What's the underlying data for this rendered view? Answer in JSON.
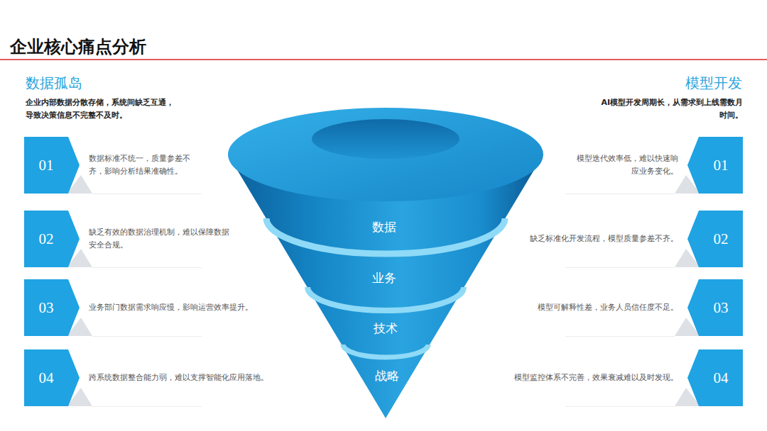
{
  "diagram": {
    "title": "企业核心痛点分析",
    "nodes": [
      {
        "text": [
          "01",
          "数据标准不统一，质量参差不 齐，影响分析结果准确性。"
        ]
      },
      {
        "text": [
          "02",
          "缺乏有效的数据治理机制，难以保障数据 安全合规。"
        ]
      },
      {
        "text": [
          "03",
          "业务部门数据需求响应慢，影响运营效率提升。"
        ]
      },
      {
        "text": [
          "04",
          "跨系统数据整合能力弱，难以支撑智能化应用落地。"
        ]
      },
      {
        "text": [
          "数据"
        ]
      },
      {
        "text": [
          "业务"
        ]
      },
      {
        "text": [
          "技术"
        ]
      },
      {
        "text": [
          "战略"
        ]
      },
      {
        "text": [
          "01",
          "模型迭代效率低，难以快速响 应业务变化。"
        ]
      },
      {
        "text": [
          "02",
          "缺乏标准化开发流程，模型质量参差不齐。"
        ]
      },
      {
        "text": [
          "03",
          "模型可解释性差，业务人员信任度不足。"
        ]
      },
      {
        "text": [
          "04",
          "模型监控体系不完善，效果衰减难以及时发现。"
        ]
      }
    ],
    "edges": [],
    "labels": [
      "数据孤岛",
      "企业内部数据分散存储，系统间缺乏互通， 导致决策信息不完整不及时。",
      "模型开发",
      "AI模型开发周期长，从需求到上线需数月 时间。"
    ]
  }
}
